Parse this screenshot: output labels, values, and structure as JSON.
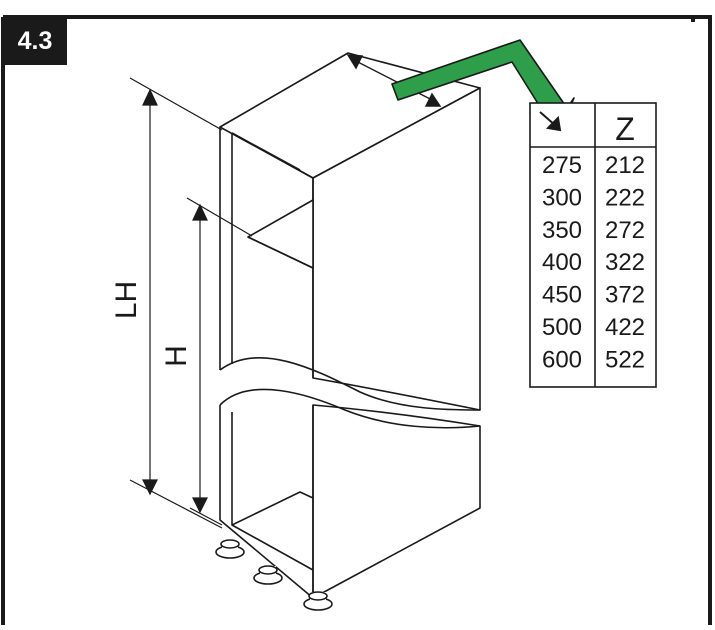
{
  "step_label": "4.3",
  "dimensions": {
    "lh_label": "LH",
    "h_label": "H"
  },
  "table": {
    "header_left_icon": "arrow-down-right-icon",
    "header_right": "Z",
    "rows": [
      [
        "275",
        "212"
      ],
      [
        "300",
        "222"
      ],
      [
        "350",
        "272"
      ],
      [
        "400",
        "322"
      ],
      [
        "450",
        "372"
      ],
      [
        "500",
        "422"
      ],
      [
        "600",
        "522"
      ]
    ]
  },
  "colors": {
    "pointer_arrow": "#2e9e4a",
    "line": "#1a1a1a"
  }
}
